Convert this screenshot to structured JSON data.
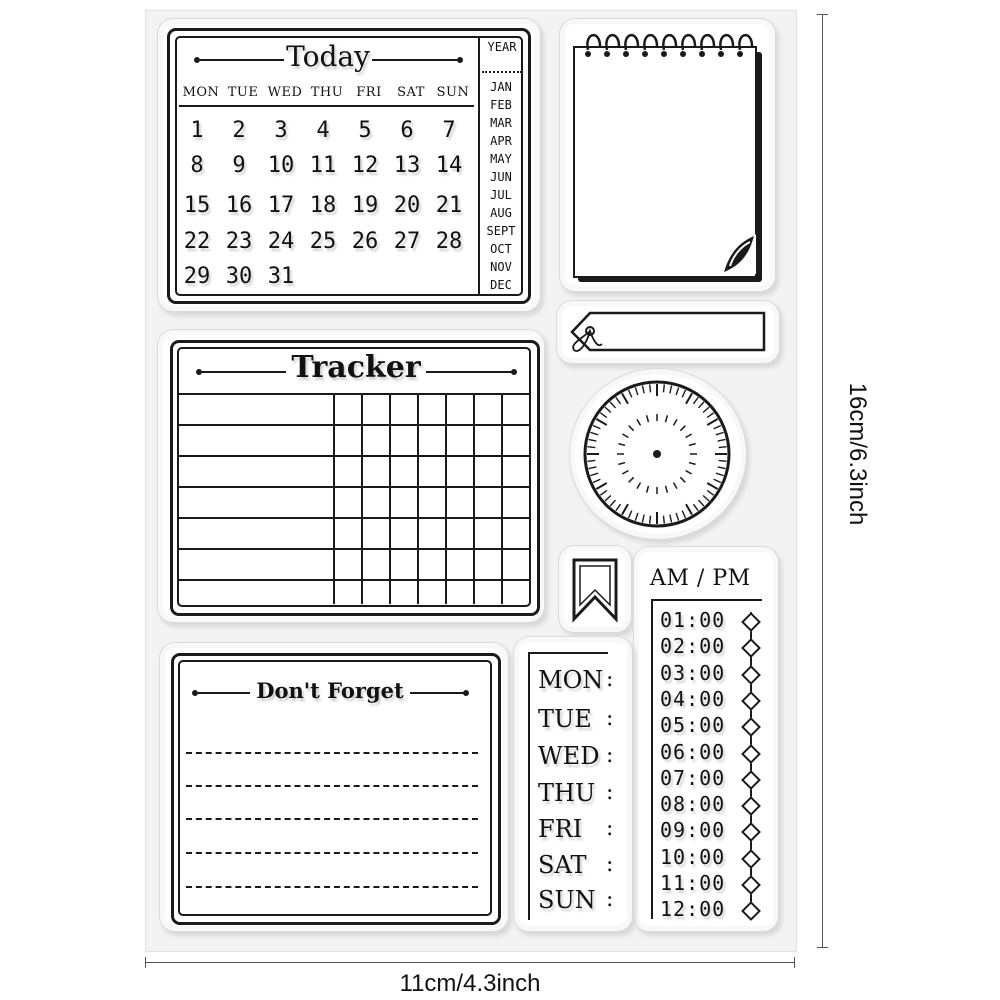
{
  "calendar": {
    "title": "Today",
    "weekdays": [
      "MON",
      "TUE",
      "WED",
      "THU",
      "FRI",
      "SAT",
      "SUN"
    ],
    "days": [
      "1",
      "2",
      "3",
      "4",
      "5",
      "6",
      "7",
      "8",
      "9",
      "10",
      "11",
      "12",
      "13",
      "14",
      "15",
      "16",
      "17",
      "18",
      "19",
      "20",
      "21",
      "22",
      "23",
      "24",
      "25",
      "26",
      "27",
      "28",
      "29",
      "30",
      "31"
    ],
    "year_label": "YEAR",
    "months": [
      "JAN",
      "FEB",
      "MAR",
      "APR",
      "MAY",
      "JUN",
      "JUL",
      "AUG",
      "SEPT",
      "OCT",
      "NOV",
      "DEC"
    ]
  },
  "tracker": {
    "title": "Tracker"
  },
  "dont_forget": {
    "title": "Don't Forget"
  },
  "week": {
    "days": [
      "MON",
      "TUE",
      "WED",
      "THU",
      "FRI",
      "SAT",
      "SUN"
    ],
    "separator": ":"
  },
  "schedule": {
    "title": "AM / PM",
    "times": [
      "01:00",
      "02:00",
      "03:00",
      "04:00",
      "05:00",
      "06:00",
      "07:00",
      "08:00",
      "09:00",
      "10:00",
      "11:00",
      "12:00"
    ]
  },
  "dimensions": {
    "width_label": "11cm/4.3inch",
    "height_label": "16cm/6.3inch"
  }
}
